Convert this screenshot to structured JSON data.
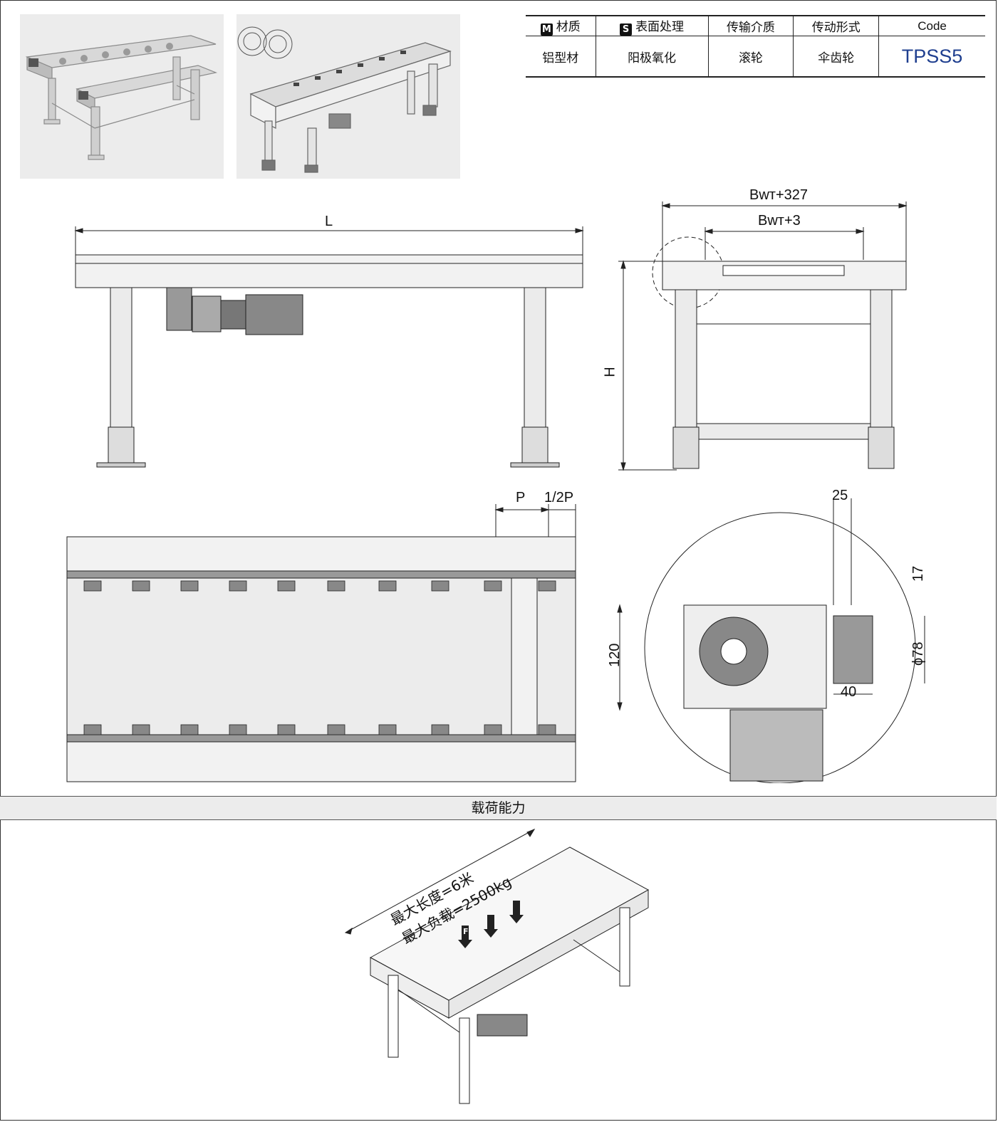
{
  "spec_table": {
    "headers": {
      "material": {
        "mark": "M",
        "label": "材质"
      },
      "surface": {
        "mark": "S",
        "label": "表面处理"
      },
      "medium": "传输介质",
      "drive": "传动形式",
      "code": "Code"
    },
    "values": {
      "material": "铝型材",
      "surface": "阳极氧化",
      "medium": "滚轮",
      "drive": "伞齿轮",
      "code": "TPSS5"
    }
  },
  "dimensions": {
    "length": "L",
    "height": "H",
    "outer_width": "Bwт+327",
    "inner_width": "Bwт+3",
    "pitch": "P",
    "half_pitch": "1/2P",
    "d25": "25",
    "d17": "17",
    "d120": "120",
    "d78": "ϕ78",
    "d40": "40"
  },
  "load_section": {
    "title": "载荷能力",
    "max_length": "最大长度=6米",
    "max_load": "最大负载=2500kg",
    "force_label": "F"
  },
  "colors": {
    "code_text": "#1f3f8f",
    "panel_bg": "#ececec",
    "line": "#222222",
    "fill": "#e6e6e6"
  }
}
